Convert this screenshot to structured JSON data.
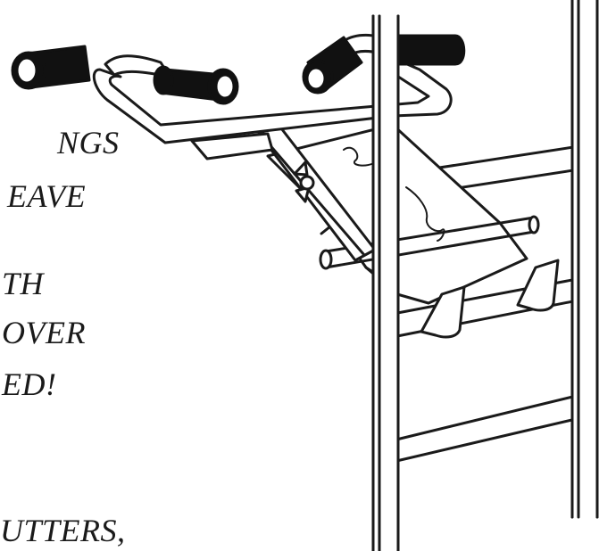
{
  "caption_lines": [
    "NGS",
    "EAVE",
    "TH",
    "OVER",
    "ED!",
    "UTTERS,"
  ],
  "colors": {
    "line": "#1a1a1a",
    "grip": "#111111",
    "background": "#ffffff"
  }
}
